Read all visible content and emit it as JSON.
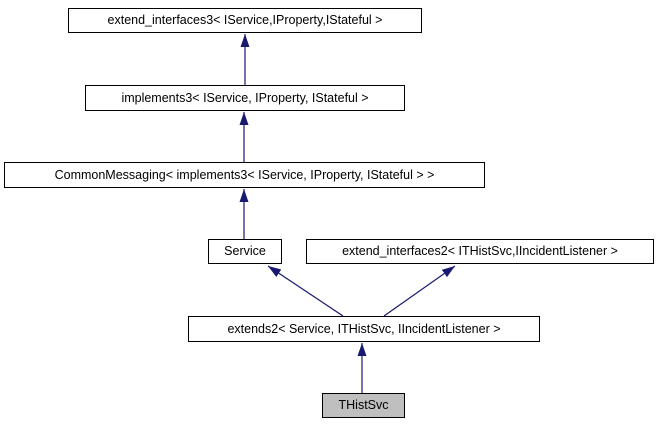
{
  "diagram": {
    "kind": "class-inheritance-graph",
    "nodes": [
      {
        "id": "extend_interfaces3",
        "label": "extend_interfaces3< IService,IProperty,IStateful >",
        "current": false
      },
      {
        "id": "implements3",
        "label": "implements3< IService, IProperty, IStateful >",
        "current": false
      },
      {
        "id": "CommonMessaging",
        "label": "CommonMessaging< implements3< IService, IProperty, IStateful > >",
        "current": false
      },
      {
        "id": "Service",
        "label": "Service",
        "current": false
      },
      {
        "id": "extend_interfaces2",
        "label": "extend_interfaces2< ITHistSvc,IIncidentListener >",
        "current": false
      },
      {
        "id": "extends2",
        "label": "extends2< Service, ITHistSvc, IIncidentListener >",
        "current": false
      },
      {
        "id": "THistSvc",
        "label": "THistSvc",
        "current": true
      }
    ],
    "edges": [
      {
        "from": "implements3",
        "to": "extend_interfaces3",
        "relation": "inherits"
      },
      {
        "from": "CommonMessaging",
        "to": "implements3",
        "relation": "inherits"
      },
      {
        "from": "Service",
        "to": "CommonMessaging",
        "relation": "inherits"
      },
      {
        "from": "extends2",
        "to": "Service",
        "relation": "inherits"
      },
      {
        "from": "extends2",
        "to": "extend_interfaces2",
        "relation": "inherits"
      },
      {
        "from": "THistSvc",
        "to": "extends2",
        "relation": "inherits"
      }
    ],
    "colors": {
      "edge": "#191970",
      "node_border": "#000000",
      "node_fill": "#ffffff",
      "current_node_fill": "#bfbfbf",
      "background": "#ffffff",
      "text": "#000000"
    }
  }
}
